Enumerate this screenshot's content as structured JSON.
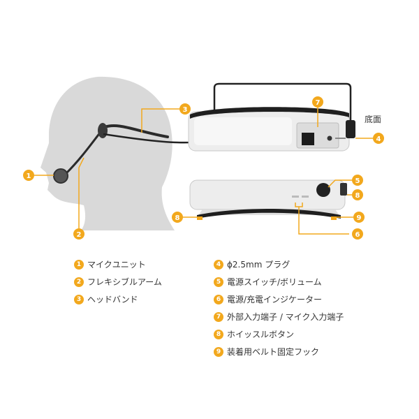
{
  "callouts": {
    "c1": "1",
    "c2": "2",
    "c3": "3",
    "c4": "4",
    "c5": "5",
    "c6": "6",
    "c7": "7",
    "c8a": "8",
    "c8b": "8",
    "c9": "9"
  },
  "bottom_label": "底面",
  "legend": [
    {
      "num": "1",
      "text": "マイクユニット"
    },
    {
      "num": "2",
      "text": "フレキシブルアーム"
    },
    {
      "num": "3",
      "text": "ヘッドバンド"
    },
    {
      "num": "4",
      "text": "ϕ2.5mm プラグ"
    },
    {
      "num": "5",
      "text": "電源スイッチ/ボリューム"
    },
    {
      "num": "6",
      "text": "電源/充電インジケーター"
    },
    {
      "num": "7",
      "text": "外部入力端子 / マイク入力端子"
    },
    {
      "num": "8",
      "text": "ホイッスルボタン"
    },
    {
      "num": "9",
      "text": "装着用ベルト固定フック"
    }
  ],
  "colors": {
    "accent": "#f2a81d",
    "head": "#d9d9d9",
    "cable": "#222222"
  }
}
